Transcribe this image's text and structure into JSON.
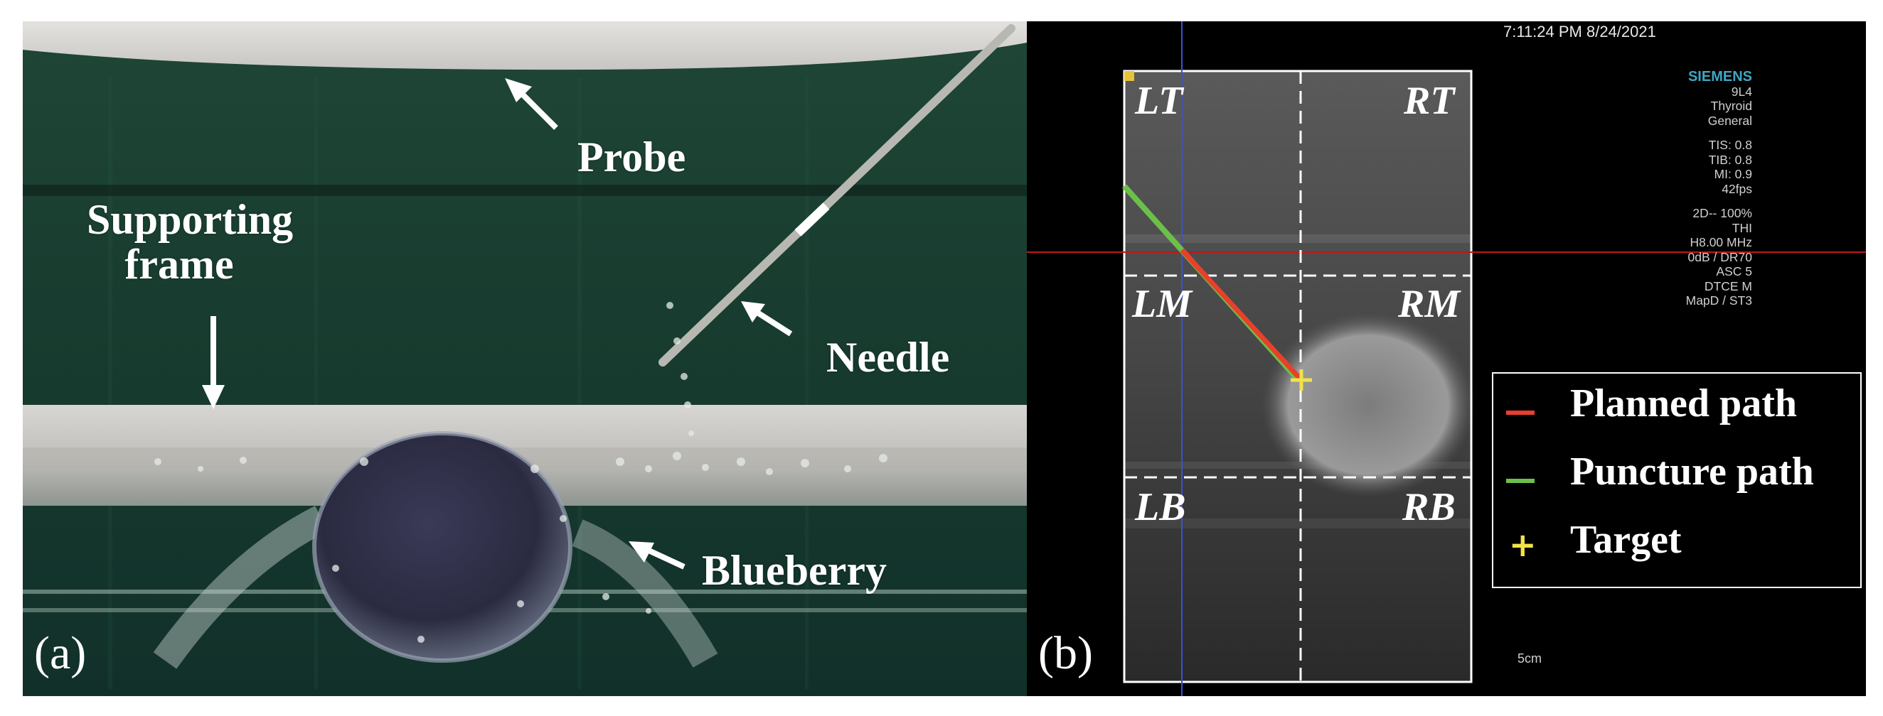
{
  "panel_a": {
    "letter": "(a)",
    "labels": {
      "probe": "Probe",
      "supporting_frame": "Supporting frame",
      "needle": "Needle",
      "blueberry": "Blueberry"
    }
  },
  "panel_b": {
    "letter": "(b)",
    "timestamp": "7:11:24 PM 8/24/2021",
    "device_info": {
      "brand": "SIEMENS",
      "lines_1": [
        "9L4",
        "Thyroid",
        "General"
      ],
      "lines_2": [
        "TIS: 0.8",
        "TIB: 0.8",
        "MI: 0.9",
        "42fps"
      ],
      "lines_3": [
        "2D-- 100%",
        "THI",
        "H8.00 MHz",
        "0dB / DR70",
        "ASC 5",
        "DTCE M",
        "MapD / ST3"
      ]
    },
    "regions": [
      "LT",
      "RT",
      "LM",
      "RM",
      "LB",
      "RB"
    ],
    "scale": "5cm",
    "legend": [
      {
        "label": "Planned path",
        "color": "#e8402a"
      },
      {
        "label": "Puncture path",
        "color": "#6cc04a"
      },
      {
        "label": "Target",
        "color": "#f1e24a",
        "symbol": "+"
      }
    ],
    "colors": {
      "planned_path": "#e8402a",
      "puncture_path": "#6cc04a",
      "target": "#f1e24a",
      "brand": "#3fa6c4"
    }
  }
}
